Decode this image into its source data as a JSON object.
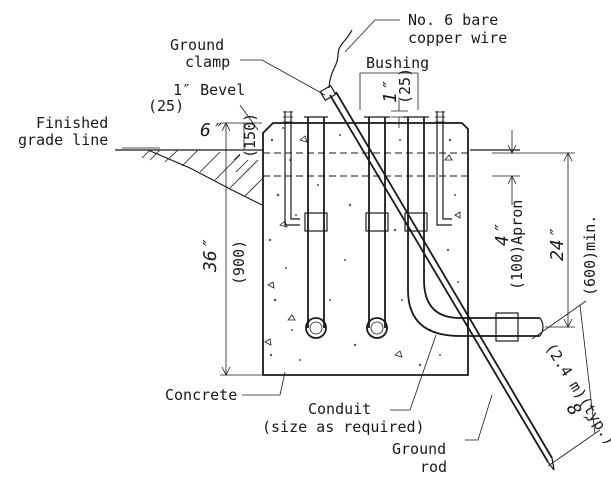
{
  "labels": {
    "copper_wire_line1": "No. 6 bare",
    "copper_wire_line2": "copper wire",
    "ground_clamp_line1": "Ground",
    "ground_clamp_line2": "clamp",
    "bushing": "Bushing",
    "bevel": "1″ Bevel",
    "bevel_metric": "(25)",
    "finished_grade_line1": "Finished",
    "finished_grade_line2": "grade line",
    "concrete": "Concrete",
    "conduit_line1": "Conduit",
    "conduit_line2": "(size as required)",
    "ground_rod_line1": "Ground",
    "ground_rod_line2": "rod"
  },
  "dimensions": {
    "top_projection": "1″",
    "top_projection_metric": "(25)",
    "above_grade": "6″",
    "above_grade_metric": "(150)",
    "depth": "36″",
    "depth_metric": "(900)",
    "apron": "4″",
    "apron_metric": "(100)Apron",
    "min_depth": "24″",
    "min_depth_metric": "(600)min.",
    "rod_length": "8′",
    "rod_length_metric": "(2.4 m)(typ.)"
  }
}
